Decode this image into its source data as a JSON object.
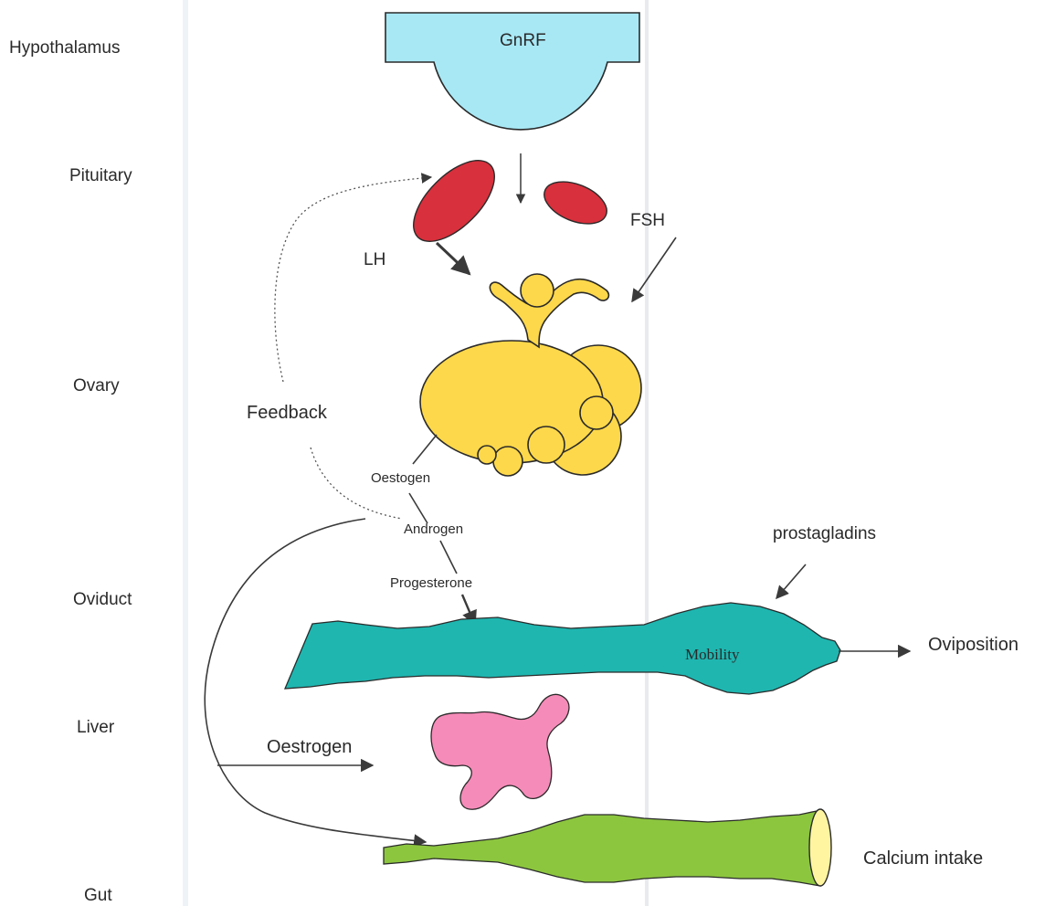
{
  "rows": {
    "hypothalamus": "Hypothalamus",
    "pituitary": "Pituitary",
    "ovary": "Ovary",
    "oviduct": "Oviduct",
    "liver": "Liver",
    "gut": "Gut"
  },
  "labels": {
    "gnrf": "GnRF",
    "lh": "LH",
    "fsh": "FSH",
    "feedback": "Feedback",
    "oestogen": "Oestogen",
    "androgen": "Androgen",
    "progesterone": "Progesterone",
    "prostagladins": "prostagladins",
    "mobility": "Mobility",
    "oviposition": "Oviposition",
    "oestrogen": "Oestrogen",
    "calcium_intake": "Calcium intake"
  },
  "colors": {
    "hypothalamus": "#a8e8f5",
    "pituitary": "#d8303c",
    "ovary": "#fdd84a",
    "oviduct": "#1fb6b0",
    "liver": "#f58bb8",
    "gut": "#8cc63f",
    "gut_end": "#fff5a0",
    "arrow": "#3a3a3a"
  }
}
